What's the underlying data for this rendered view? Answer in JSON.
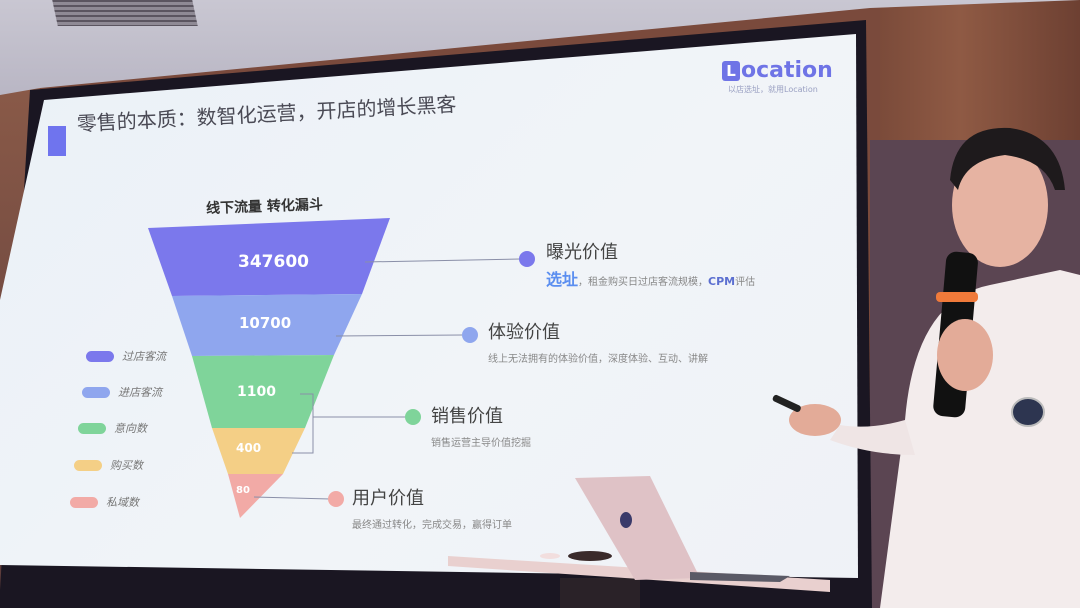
{
  "slide": {
    "title": "零售的本质：数智化运营，开店的增长黑客",
    "logo": {
      "letter": "L",
      "text": "ocation",
      "subtitle": "以店选址，就用Location"
    },
    "funnel_title": "线下流量 转化漏斗",
    "accent_color": "#6f74ee"
  },
  "legend": [
    {
      "label": "过店客流",
      "color": "#7b78ec"
    },
    {
      "label": "进店客流",
      "color": "#8fa6ee"
    },
    {
      "label": "意向数",
      "color": "#7fd49a"
    },
    {
      "label": "购买数",
      "color": "#f4cf86"
    },
    {
      "label": "私域数",
      "color": "#f2aaa6"
    }
  ],
  "callouts": [
    {
      "title": "曝光价值",
      "highlight": "选址",
      "desc": "，租金购买日过店客流规模，",
      "desc_bold": "CPM",
      "desc_tail": "评估",
      "color": "#7b78ec"
    },
    {
      "title": "体验价值",
      "desc": "线上无法拥有的体验价值，深度体验、互动、讲解",
      "color": "#8fa6ee"
    },
    {
      "title": "销售价值",
      "desc": "销售运营主导价值挖掘",
      "color": "#7fd49a"
    },
    {
      "title": "用户价值",
      "desc": "最终通过转化，完成交易，赢得订单",
      "color": "#f2aaa6"
    }
  ],
  "chart_data": {
    "type": "funnel",
    "title": "线下流量 转化漏斗",
    "categories": [
      "过店客流",
      "进店客流",
      "意向数",
      "购买数",
      "私域数"
    ],
    "values": [
      347600,
      10700,
      1100,
      400,
      80
    ],
    "colors": [
      "#7b78ec",
      "#8fa6ee",
      "#7fd49a",
      "#f4cf86",
      "#f2aaa6"
    ],
    "annotations": [
      "曝光价值",
      "体验价值",
      "销售价值",
      "用户价值"
    ],
    "legend_position": "left"
  },
  "funnel_labels": [
    "347600",
    "10700",
    "1100",
    "400",
    "80"
  ]
}
